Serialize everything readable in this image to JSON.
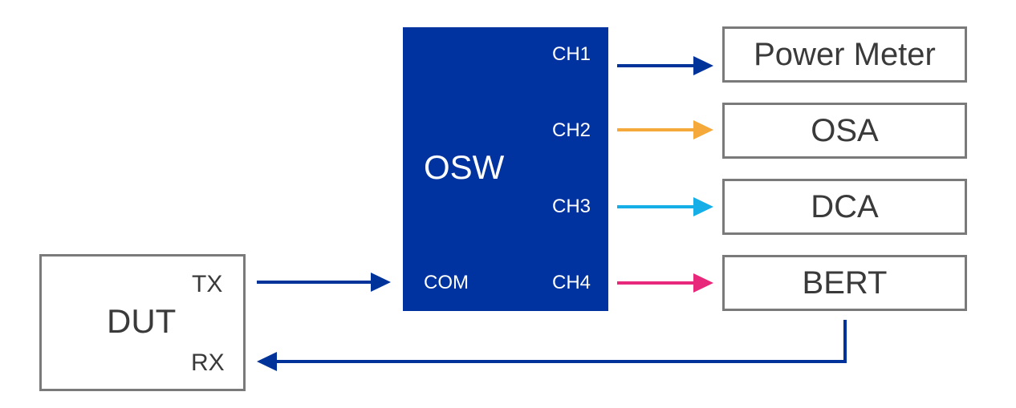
{
  "osw": {
    "title": "OSW",
    "com_label": "COM",
    "channels": [
      "CH1",
      "CH2",
      "CH3",
      "CH4"
    ]
  },
  "dut": {
    "title": "DUT",
    "tx_label": "TX",
    "rx_label": "RX"
  },
  "instruments": [
    "Power Meter",
    "OSA",
    "DCA",
    "BERT"
  ],
  "colors": {
    "osw_fill": "#0033a0",
    "ch1_arrow": "#003399",
    "ch2_arrow": "#f5a93b",
    "ch3_arrow": "#15aee6",
    "ch4_arrow": "#e8287a",
    "tx_arrow": "#003399",
    "return_arrow": "#003399",
    "box_border": "#7a7a7a"
  }
}
